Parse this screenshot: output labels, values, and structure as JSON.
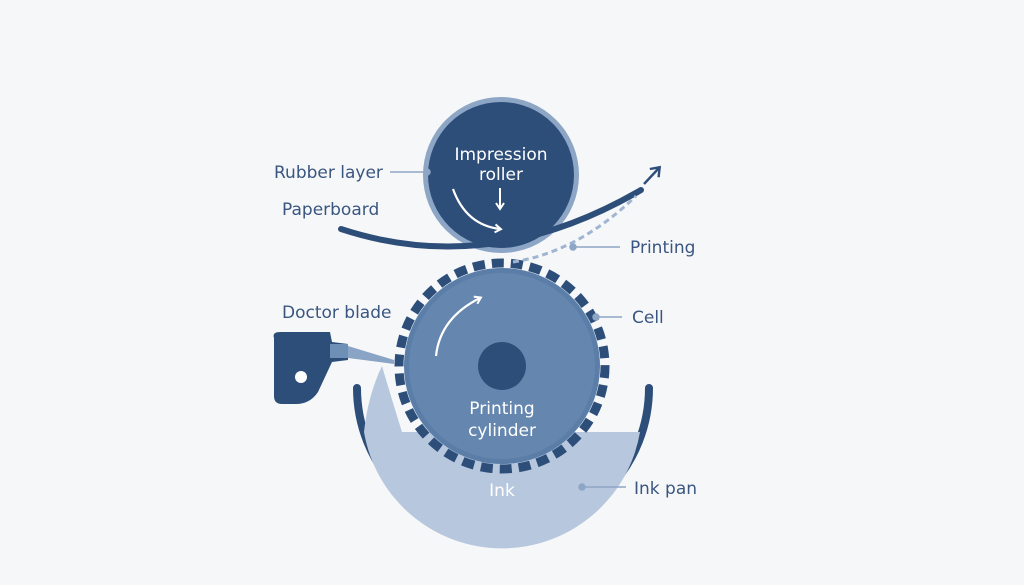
{
  "labels": {
    "impression_roller_line1": "Impression",
    "impression_roller_line2": "roller",
    "rubber_layer": "Rubber layer",
    "paperboard": "Paperboard",
    "printing": "Printing",
    "doctor_blade": "Doctor blade",
    "cell": "Cell",
    "printing_cylinder_line1": "Printing",
    "printing_cylinder_line2": "cylinder",
    "ink": "Ink",
    "ink_pan": "Ink pan"
  },
  "colors": {
    "background": "#f6f7f9",
    "dark_blue": "#2e4e7a",
    "mid_blue": "#5b7ea8",
    "light_blue": "#9fb5d2",
    "pale_blue": "#b9cae0",
    "leader_line": "#8da6c6",
    "white_text": "#ffffff",
    "label_text": "#3a5680"
  }
}
